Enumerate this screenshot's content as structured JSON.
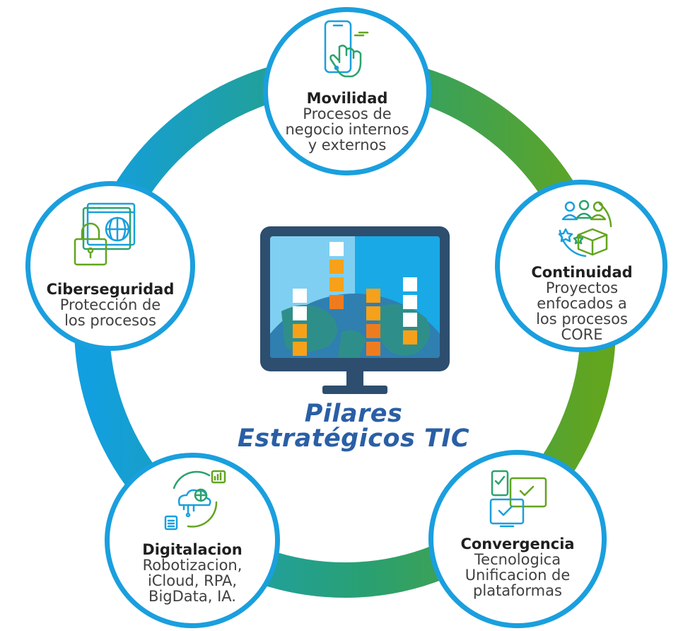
{
  "center": {
    "title_line1": "Pilares",
    "title_line2": "Estratégicos TIC"
  },
  "pillars": [
    {
      "key": "movilidad",
      "title": "Movilidad",
      "lines": [
        "Procesos de",
        "negocio internos",
        "y externos"
      ]
    },
    {
      "key": "continuidad",
      "title": "Continuidad",
      "lines": [
        "Proyectos",
        "enfocados a",
        "los procesos",
        "CORE"
      ]
    },
    {
      "key": "convergencia",
      "title": "Convergencia",
      "lines": [
        "Tecnologica",
        "Unificacion de",
        "plataformas"
      ]
    },
    {
      "key": "digitalacion",
      "title": "Digitalacion",
      "lines": [
        "Robotizacion,",
        "iCloud, RPA,",
        "BigData, IA."
      ]
    },
    {
      "key": "ciberseguridad",
      "title": "Ciberseguridad",
      "lines": [
        "Protección de",
        "los procesos"
      ]
    }
  ],
  "colors": {
    "ring_blue": "#129fe0",
    "ring_green": "#62a51f",
    "node_border": "#1a9fde",
    "center_title": "#2a5fa5",
    "monitor_frame": "#2d4e6e",
    "screen_left": "#7fcff2",
    "screen_right": "#19a9e6",
    "globe": "#2f7fb0",
    "land": "#2e8f8a",
    "block_white": "#ffffff",
    "block_orange": "#f7a11a",
    "block_dark_orange": "#ee7c1e"
  },
  "icons": [
    "smartphone-touch-icon",
    "team-network-icon",
    "computers-check-icon",
    "cloud-digital-icon",
    "lock-globe-icon",
    "monitor-globe-icon"
  ]
}
